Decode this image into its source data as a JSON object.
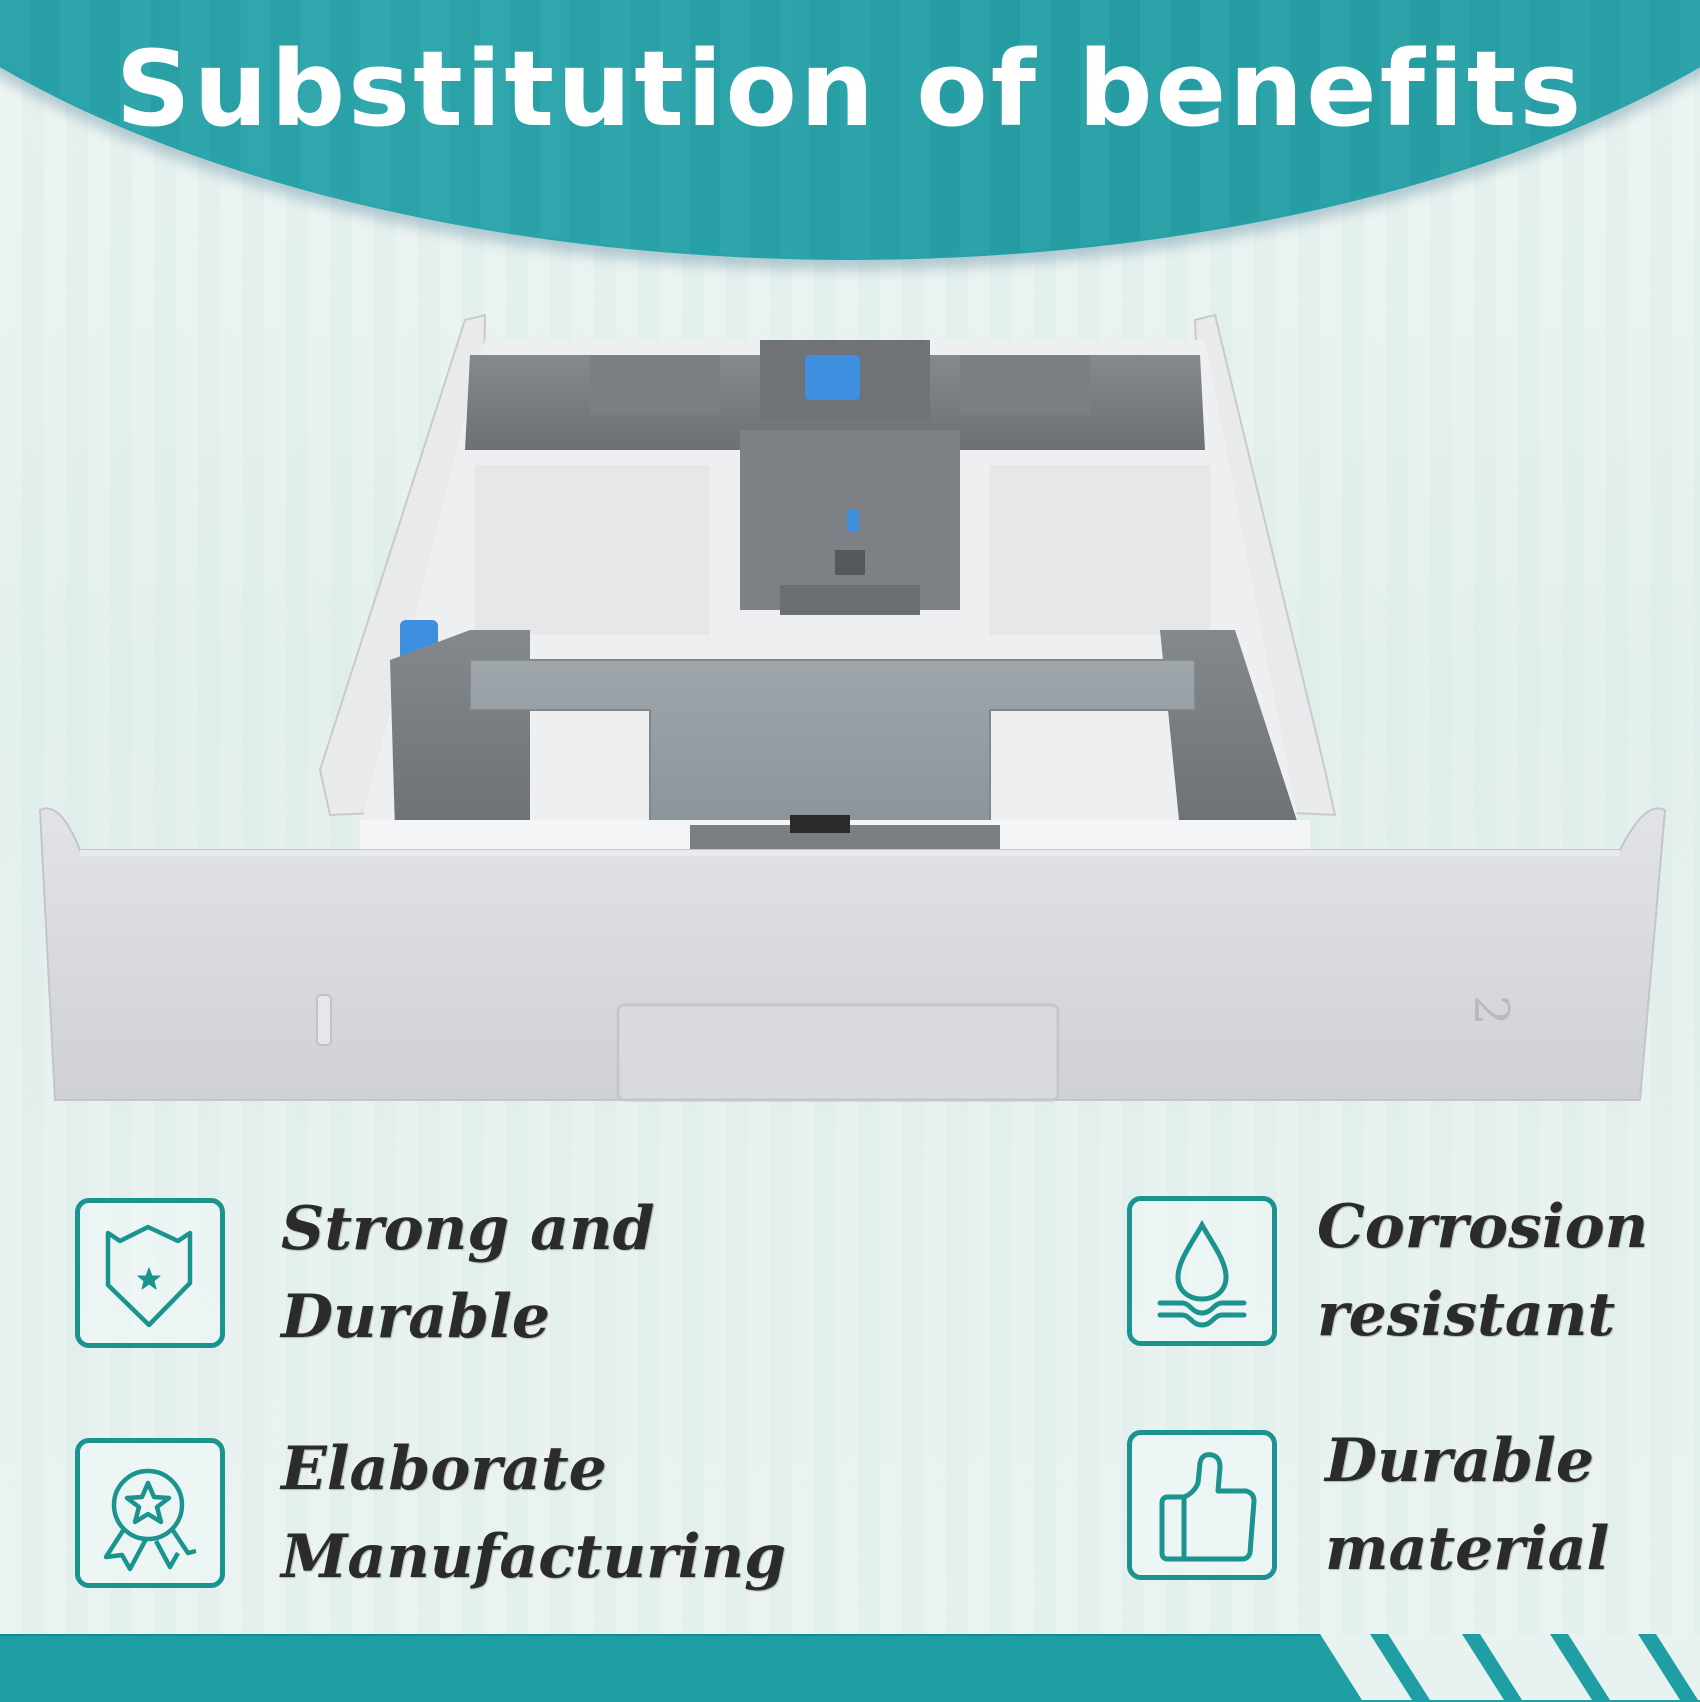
{
  "header": {
    "title": "Substitution of benefits",
    "color": "#27a1a7"
  },
  "product": {
    "name": "printer-paper-tray",
    "tray_number": "2",
    "colors": {
      "body": "#dcdddf",
      "inner": "#76797d",
      "accent": "#3f8fe0"
    }
  },
  "features": [
    {
      "icon": "shield-star-icon",
      "lines": [
        "Strong and",
        "Durable"
      ]
    },
    {
      "icon": "water-drop-icon",
      "lines": [
        "Corrosion",
        "resistant"
      ]
    },
    {
      "icon": "award-medal-icon",
      "lines": [
        "Elaborate",
        "Manufacturing"
      ]
    },
    {
      "icon": "thumbs-up-icon",
      "lines": [
        "Durable",
        "material"
      ]
    }
  ],
  "theme": {
    "accent": "#1b938f",
    "footer": "#1f9fa3",
    "text": "#2b2b2b",
    "background": "#e8f2f0"
  }
}
